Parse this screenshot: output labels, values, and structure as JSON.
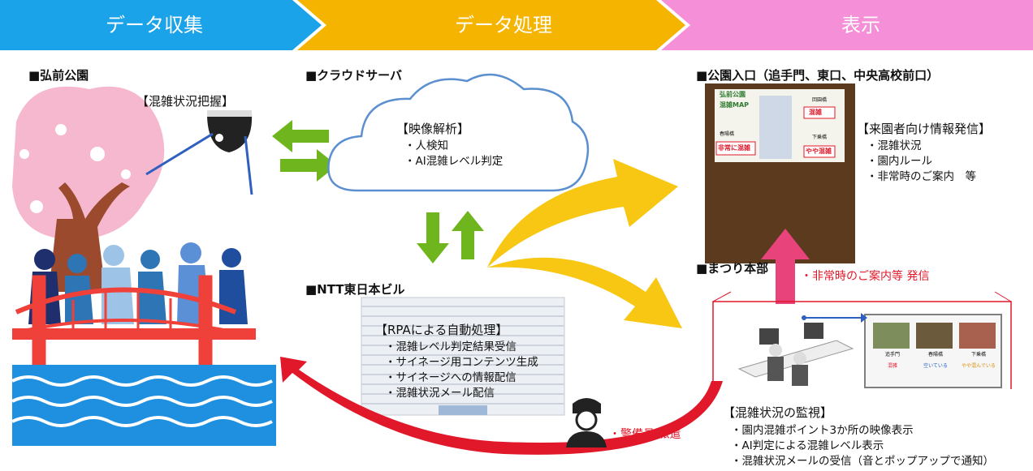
{
  "phases": [
    "データ収集",
    "データ処理",
    "表示"
  ],
  "colors": {
    "phase1": "#1aa3e8",
    "phase2": "#f5b400",
    "phase3": "#f58fd8",
    "alert": "#e0182a",
    "green": "#6fb61e",
    "pink": "#e8437a",
    "signage": "#5b3a1e",
    "arrow_yellow": "#f7c713"
  },
  "park": {
    "heading": "■弘前公園",
    "camera_label": "【混雑状況把握】"
  },
  "cloud": {
    "heading": "■クラウドサーバ",
    "title": "【映像解析】",
    "items": [
      "・人検知",
      "・AI混雑レベル判定"
    ]
  },
  "building": {
    "heading": "■NTT東日本ビル",
    "title": "【RPAによる自動処理】",
    "items": [
      "・混雑レベル判定結果受信",
      "・サイネージ用コンテンツ生成",
      "・サイネージへの情報配信",
      "・混雑状況メール配信"
    ]
  },
  "entrance": {
    "heading": "■公園入口（追手門、東口、中央高校前口）",
    "title": "【来園者向け情報発信】",
    "items": [
      "・混雑状況",
      "・園内ルール",
      "・非常時のご案内　等"
    ]
  },
  "signage_screen": {
    "title": "弘前公園",
    "subtitle": "混雑MAP",
    "labels": [
      "回園橋",
      "混雑",
      "下乗橋",
      "春陽橋",
      "非常に混雑",
      "やや混雑"
    ]
  },
  "hq": {
    "heading": "■まつり本部",
    "alert": "・非常時のご案内等 発信",
    "title": "【混雑状況の監視】",
    "items": [
      "・園内混雑ポイント3か所の映像表示",
      "・AI判定による混雑レベル表示",
      "・混雑状況メールの受信（音とポップアップで通知）"
    ]
  },
  "monitor": {
    "places": [
      "追手門",
      "春陽橋",
      "下乗橋"
    ],
    "status": [
      "混雑",
      "空いている",
      "やや混んでいる"
    ]
  },
  "guard": {
    "label": "・警備員 派遣"
  }
}
